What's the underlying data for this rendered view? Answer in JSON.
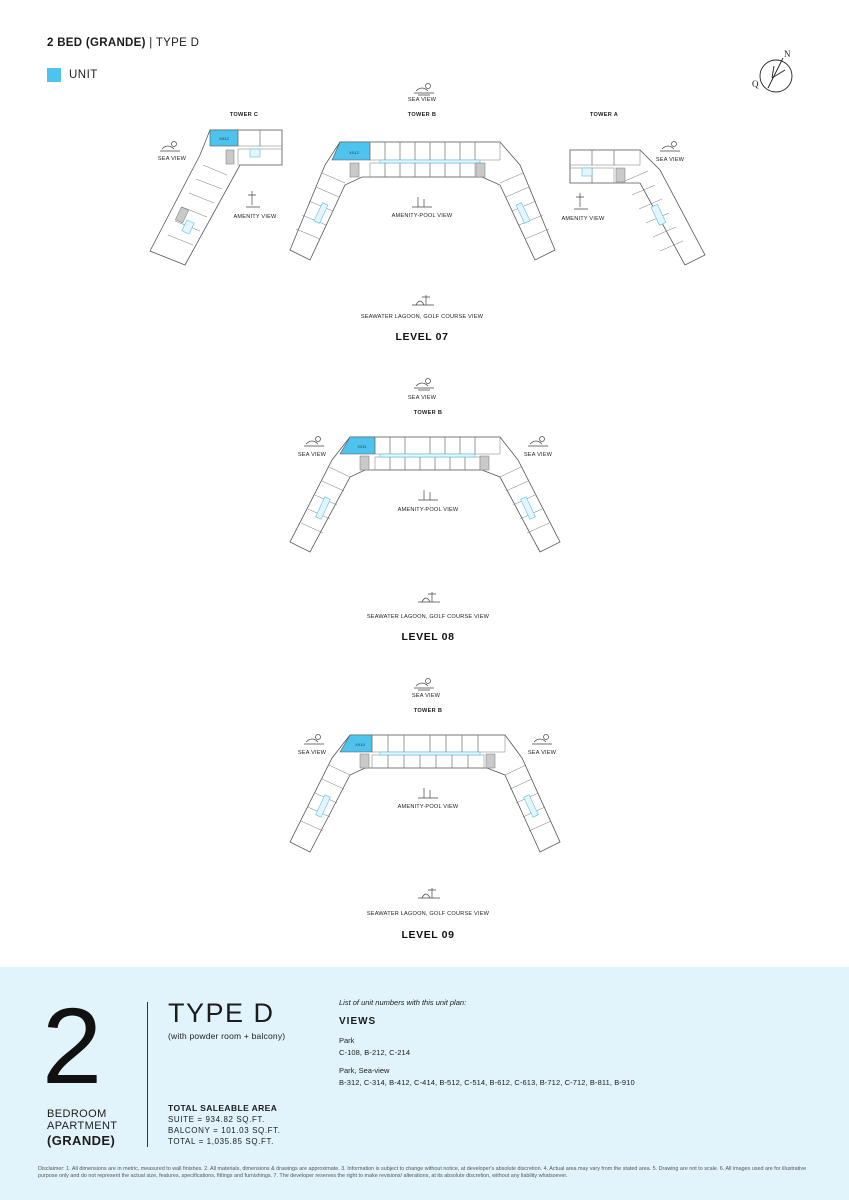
{
  "header": {
    "bed_label": "2 BED (GRANDE)",
    "separator": " | ",
    "type_label": "TYPE D"
  },
  "legend": {
    "unit_label": "UNIT",
    "unit_color": "#4ec3ee"
  },
  "compass": {
    "north": "N",
    "q": "Q"
  },
  "levels": [
    {
      "level_label": "LEVEL 07",
      "sea_view": "SEA VIEW",
      "bottom_view": "SEAWATER LAGOON, GOLF COURSE VIEW",
      "amenity_pool_view": "AMENITY-POOL VIEW",
      "amenity_view": "AMENITY VIEW",
      "tower_a": "TOWER A",
      "tower_b": "TOWER B",
      "tower_c": "TOWER C",
      "side_view_left": "SEA VIEW",
      "side_view_right": "SEA VIEW",
      "highlight_c": "XX12",
      "highlight_b": "XX12"
    },
    {
      "level_label": "LEVEL 08",
      "sea_view": "SEA VIEW",
      "tower_b": "TOWER B",
      "side_view_left": "SEA VIEW",
      "side_view_right": "SEA VIEW",
      "amenity_pool_view": "AMENITY-POOL VIEW",
      "bottom_view": "SEAWATER LAGOON, GOLF COURSE VIEW",
      "highlight_b": "XX11"
    },
    {
      "level_label": "LEVEL 09",
      "sea_view": "SEA VIEW",
      "tower_b": "TOWER B",
      "side_view_left": "SEA VIEW",
      "side_view_right": "SEA VIEW",
      "amenity_pool_view": "AMENITY-POOL VIEW",
      "bottom_view": "SEAWATER LAGOON, GOLF COURSE VIEW",
      "highlight_b": "XX10"
    }
  ],
  "summary": {
    "big_number": "2",
    "bedroom_line1": "BEDROOM",
    "bedroom_line2": "APARTMENT",
    "grande": "(GRANDE)",
    "type_title": "TYPE D",
    "type_subtitle": "(with powder room + balcony)",
    "area_title": "TOTAL SALEABLE AREA",
    "suite": "SUITE = 934.82 SQ.FT.",
    "balcony": "BALCONY = 101.03 SQ.FT.",
    "total": "TOTAL = 1,035.85 SQ.FT.",
    "list_intro": "List of unit numbers with this unit plan:",
    "views_heading": "VIEWS",
    "views": [
      {
        "title": "Park",
        "units": "C-108, B-212, C-214"
      },
      {
        "title": "Park, Sea-view",
        "units": "B-312, C-314, B-412, C-414, B-512, C-514, B-612, C-613, B-712, C-712, B-811, B-910"
      }
    ]
  },
  "disclaimer": "Disclaimer: 1. All dimensions are in metric, measured to wall finishes. 2. All materials, dimensions & drawings are approximate. 3. Information is subject to change without notice, at developer's absolute discretion. 4. Actual area may vary from the stated area. 5. Drawing are not to scale. 6. All images used are for illustrative purpose only and do not represent the actual size, features, specifications, fittings and furnishings. 7. The developer reserves the right to make revisions/ alterations, at its absolute discretion, without any liability whatsoever."
}
